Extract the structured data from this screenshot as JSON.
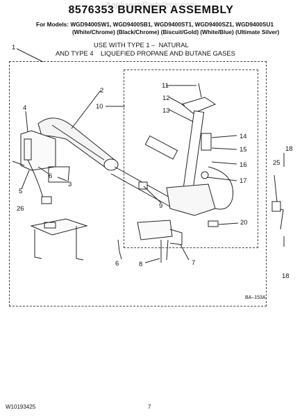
{
  "header": {
    "title": "8576353 BURNER ASSEMBLY",
    "watermark": "AppliancePartsPros.com",
    "models_line": "For Models: WGD9400SW1, WGD9400SB1, WGD9400ST1, WGD9400SZ1, WGD9400SU1",
    "colors_line": "(White/Chrome) (Black/Chrome) (Biscuit/Gold) (White/Blue) (Ultimate Silver)",
    "usage_line1": "USE WITH TYPE 1 –  NATURAL",
    "usage_line2": "AND TYPE 4    LIQUEFIED PROPANE AND BUTANE GASES"
  },
  "diagram": {
    "code": "BA–153A",
    "callouts": [
      "1",
      "2",
      "10",
      "4",
      "11",
      "12",
      "13",
      "14",
      "15",
      "16",
      "17",
      "3",
      "5",
      "6",
      "9",
      "25",
      "18",
      "26",
      "20",
      "6",
      "8",
      "7",
      "18"
    ]
  },
  "footer": {
    "doc_number": "W10193425",
    "page_number": "7"
  }
}
